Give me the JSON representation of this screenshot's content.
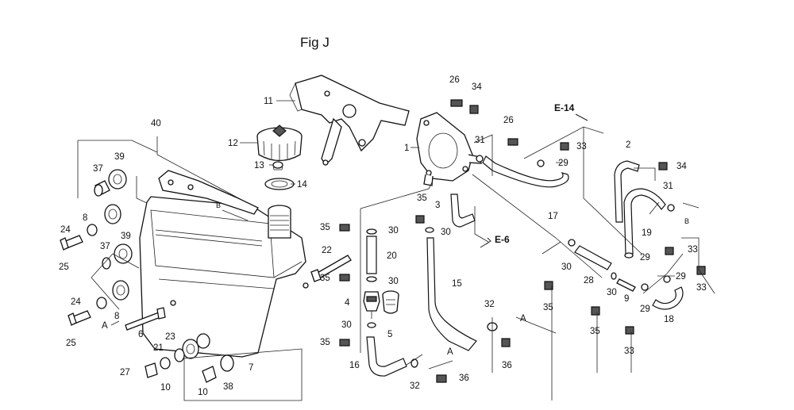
{
  "figure": {
    "title": "Fig J"
  },
  "refs": {
    "e14": "E-14",
    "e6": "E-6"
  },
  "letters": {
    "a1": "A",
    "a2": "A",
    "a3": "A",
    "b1": "B",
    "b2": "B"
  },
  "callouts": {
    "c1": "1",
    "c2": "2",
    "c3": "3",
    "c4": "4",
    "c5": "5",
    "c6": "6",
    "c7": "7",
    "c8a": "8",
    "c8b": "8",
    "c9": "9",
    "c10a": "10",
    "c10b": "10",
    "c11": "11",
    "c12": "12",
    "c13": "13",
    "c14": "14",
    "c15": "15",
    "c16": "16",
    "c17": "17",
    "c18": "18",
    "c19": "19",
    "c20": "20",
    "c21": "21",
    "c22": "22",
    "c23": "23",
    "c24a": "24",
    "c24b": "24",
    "c25a": "25",
    "c25b": "25",
    "c26a": "26",
    "c26b": "26",
    "c27": "27",
    "c28": "28",
    "c29a": "29",
    "c29b": "29",
    "c29c": "29",
    "c29d": "29",
    "c30a": "30",
    "c30b": "30",
    "c30c": "30",
    "c30d": "30",
    "c30e": "30",
    "c30f": "30",
    "c31a": "31",
    "c31b": "31",
    "c32a": "32",
    "c32b": "32",
    "c33a": "33",
    "c33b": "33",
    "c33c": "33",
    "c33d": "33",
    "c34a": "34",
    "c34b": "34",
    "c35a": "35",
    "c35b": "35",
    "c35c": "35",
    "c35d": "35",
    "c35e": "35",
    "c35f": "35",
    "c36a": "36",
    "c36b": "36",
    "c37a": "37",
    "c37b": "37",
    "c38": "38",
    "c39a": "39",
    "c39b": "39",
    "c40": "40"
  }
}
